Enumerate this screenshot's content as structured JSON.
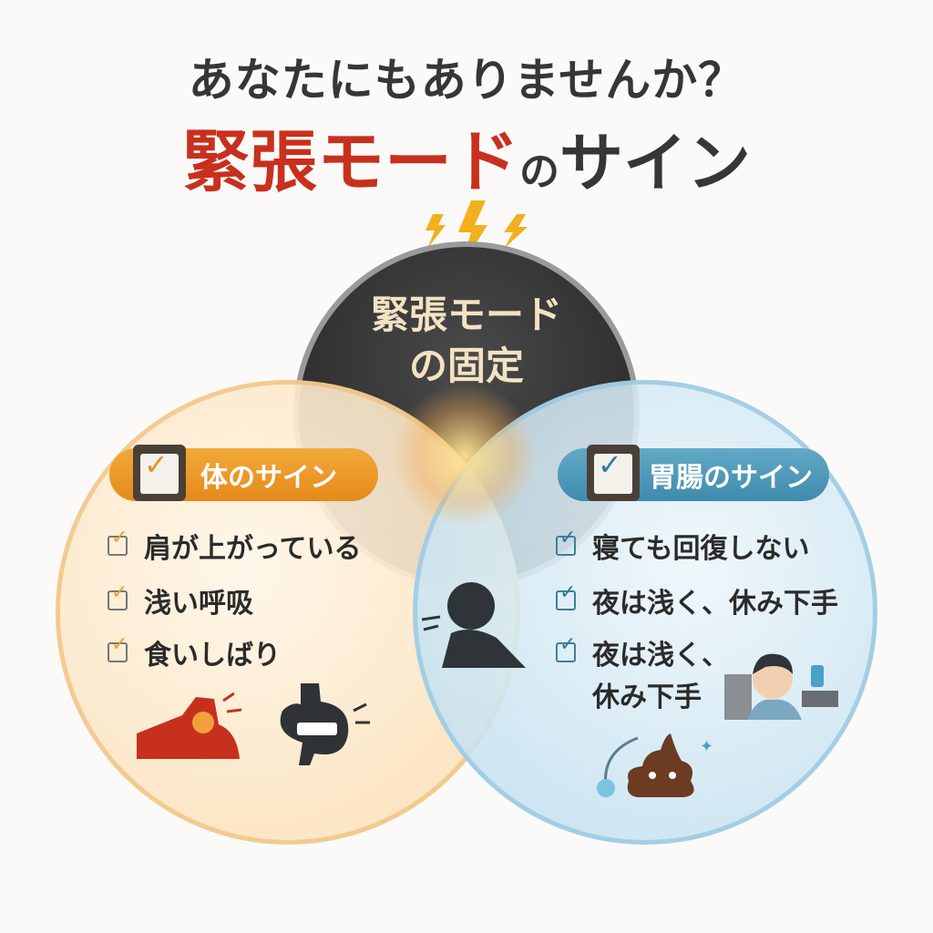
{
  "title": {
    "line1": "あなたにもありませんか？",
    "line2_red": "緊張モード",
    "line2_no": "の",
    "line2_dark": "サイン"
  },
  "center": {
    "line1": "緊張モード",
    "line2": "の固定"
  },
  "left": {
    "label": "体のサイン",
    "items": [
      "肩が上がっている",
      "浅い呼吸",
      "食いしばり"
    ],
    "color": "#e8901f"
  },
  "right": {
    "label": "胃腸のサイン",
    "items": [
      "寝ても回復しない",
      "夜は浅く、休み下手",
      "夜は浅く、",
      "休み下手"
    ],
    "color": "#4690b2"
  },
  "icons": {
    "top": "lightning-icon",
    "overlap": "stressed-person-icon",
    "left": [
      "shoulder-pain-icon",
      "stomach-clench-icon"
    ],
    "right": [
      "tired-man-icon",
      "poop-icon"
    ]
  }
}
